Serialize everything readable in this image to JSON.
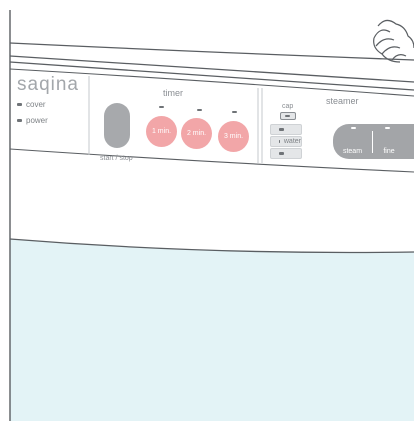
{
  "brand": {
    "name": "saqina"
  },
  "indicators": [
    {
      "label": "cover"
    },
    {
      "label": "power"
    }
  ],
  "timer": {
    "title": "timer",
    "start_stop_label": "start / stop",
    "buttons": [
      {
        "label": "1 min."
      },
      {
        "label": "2 min."
      },
      {
        "label": "3 min."
      }
    ]
  },
  "steamer": {
    "title": "steamer",
    "cap_label": "cap",
    "water_label": "water",
    "steam_label": "steam",
    "fine_label": "fine"
  },
  "colors": {
    "outline": "#5a5e62",
    "label_gray": "#8a8e93",
    "button_gray": "#a7a9ac",
    "timer_pink": "#f2a6a8",
    "water_tint": "#e3f3f6"
  },
  "icons": [
    "clock-icon",
    "steam-icon",
    "fine-mist-icon",
    "rotary-knob-icon"
  ]
}
